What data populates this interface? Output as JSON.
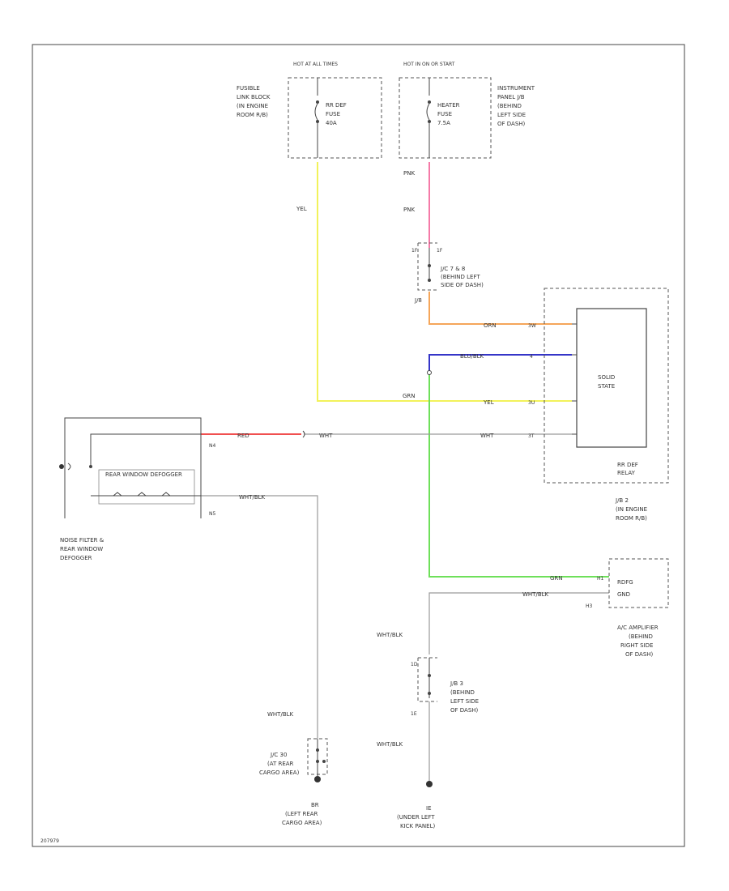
{
  "colors": {
    "yellow": "#f2f25a",
    "pink": "#f57aa8",
    "orange": "#f5a65a",
    "blue": "#3535c8",
    "green": "#6ee05a",
    "red": "#f05050",
    "grey": "#9a9a9a"
  },
  "fuse_defog": {
    "header": "HOT AT ALL TIMES",
    "label": [
      "FUSIBLE",
      "LINK BLOCK",
      "(IN ENGINE",
      "ROOM R/B)"
    ],
    "fuse": [
      "RR DEF",
      "FUSE",
      "40A"
    ]
  },
  "fuse_heater": {
    "header": "HOT IN ON OR START",
    "label": [
      "INSTRUMENT",
      "PANEL J/B",
      "(BEHIND",
      "LEFT SIDE",
      "OF DASH)"
    ],
    "fuse": [
      "HEATER",
      "FUSE",
      "7.5A"
    ]
  },
  "wires": {
    "yel": "YEL",
    "pnk_top": "PNK",
    "pnk_mid": "PNK",
    "orn": "ORN",
    "blu": "BLU/BLK",
    "grn_mid": "GRN",
    "yel_relay": "YEL",
    "red": "RED",
    "wht_mid": "WHT",
    "wht_relay": "WHT",
    "wht_blk_defog": "WHT/BLK",
    "grn_amp": "GRN",
    "wht_blk_amp": "WHT/BLK",
    "wht_blk_jb3_top": "WHT/BLK",
    "wht_blk_jb3_bot": "WHT/BLK",
    "wht_blk_ground": "WHT/BLK"
  },
  "jc_78": {
    "pins": [
      "1F",
      "1F"
    ],
    "label": [
      "J/C 7 & 8",
      "(BEHIND LEFT",
      "SIDE OF DASH)"
    ],
    "bottom": "J/8"
  },
  "relay": {
    "inner": [
      "SOLID",
      "STATE"
    ],
    "pins": [
      "3W",
      "4",
      "3U",
      "3T"
    ],
    "name": [
      "RR DEF",
      "RELAY"
    ],
    "jb": [
      "J/B 2",
      "(IN ENGINE",
      "ROOM R/B)"
    ]
  },
  "defogger": {
    "name": "REAR WINDOW DEFOGGER",
    "pins": [
      "N4",
      "N5"
    ],
    "label": [
      "NOISE FILTER &",
      "REAR WINDOW",
      "DEFOGGER"
    ]
  },
  "amplifier": {
    "pins": [
      "H1",
      "H3"
    ],
    "inner": [
      "RDFG",
      "GND"
    ],
    "label": [
      "A/C AMPLIFIER",
      "(BEHIND",
      "RIGHT SIDE",
      "OF DASH)"
    ]
  },
  "jb3": {
    "pins": [
      "1D",
      "1E"
    ],
    "label": [
      "J/B 3",
      "(BEHIND",
      "LEFT SIDE",
      "OF DASH)"
    ]
  },
  "jc_rear": {
    "label": [
      "J/C 30",
      "(AT REAR",
      "CARGO AREA)"
    ]
  },
  "ground_rear": {
    "id": "BR",
    "label": [
      "(LEFT REAR",
      "CARGO AREA)"
    ]
  },
  "ground_kick": {
    "id": "IE",
    "label": [
      "(UNDER LEFT",
      "KICK PANEL)"
    ]
  },
  "figure_id": "207979"
}
